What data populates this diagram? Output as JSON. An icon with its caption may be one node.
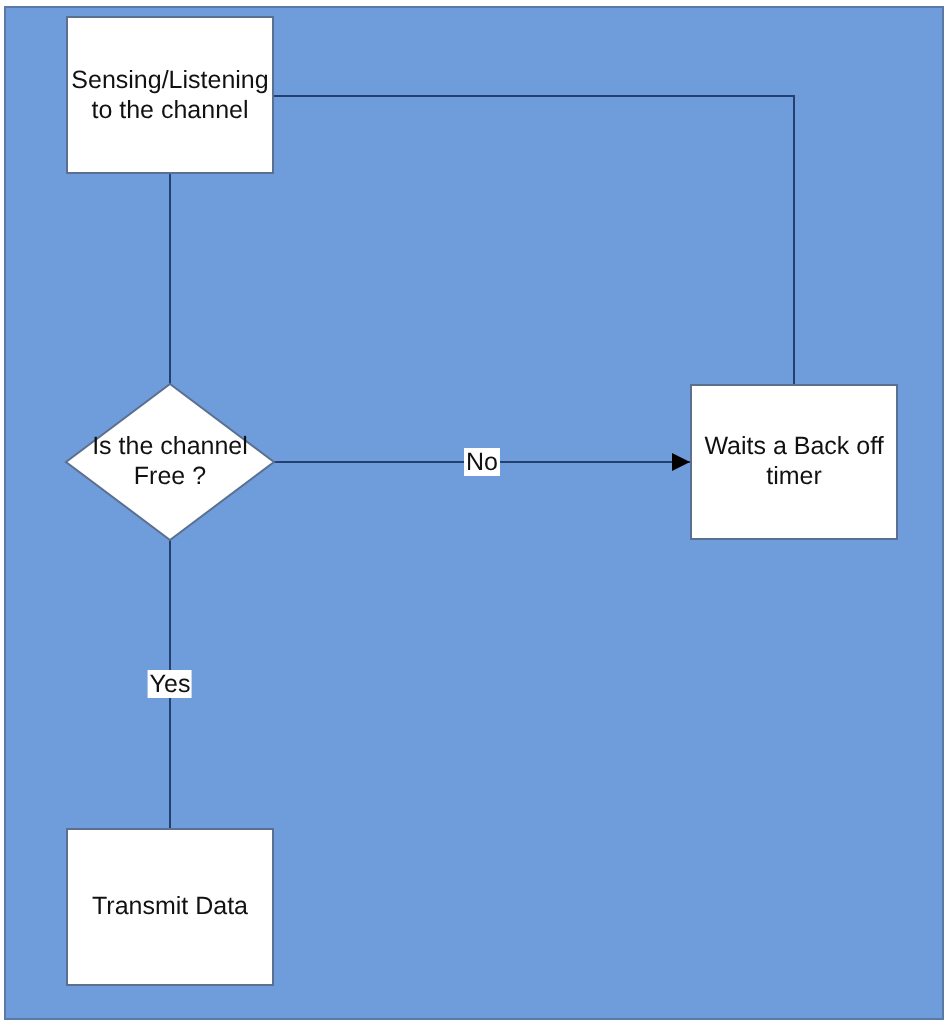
{
  "diagram": {
    "nodes": [
      {
        "text": [
          "Sensing/Listening to the channel"
        ]
      },
      {
        "text": [
          "Is the channel Free ?"
        ]
      },
      {
        "text": [
          "Waits a Back off timer"
        ]
      },
      {
        "text": [
          "Transmit Data"
        ]
      }
    ],
    "edges": [
      {
        "from": 0,
        "to": 1,
        "arrow": "none"
      },
      {
        "from": 1,
        "to": 2,
        "arrow": "to",
        "label": "No"
      },
      {
        "from": 2,
        "to": 0,
        "arrow": "none"
      },
      {
        "from": 1,
        "to": 3,
        "arrow": "none",
        "label": "Yes"
      }
    ]
  }
}
